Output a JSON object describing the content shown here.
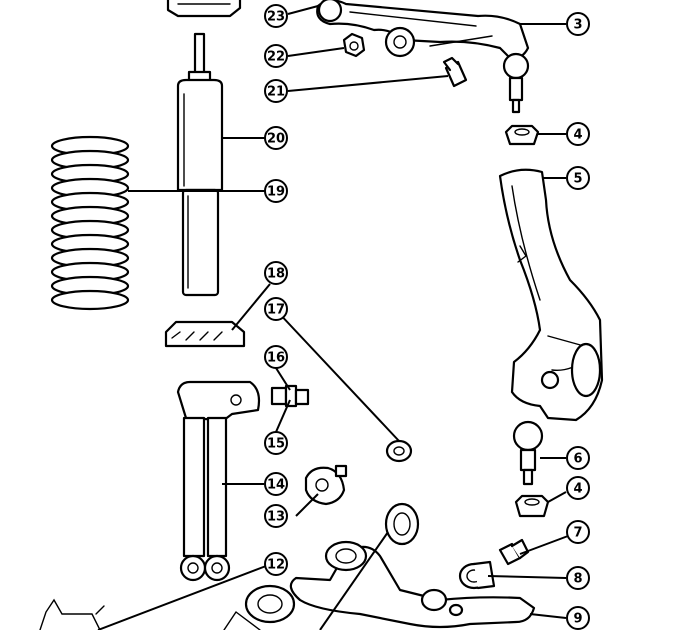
{
  "callouts": [
    {
      "id": "c3",
      "label": "3"
    },
    {
      "id": "c4a",
      "label": "4"
    },
    {
      "id": "c5",
      "label": "5"
    },
    {
      "id": "c6",
      "label": "6"
    },
    {
      "id": "c4b",
      "label": "4"
    },
    {
      "id": "c7",
      "label": "7"
    },
    {
      "id": "c8",
      "label": "8"
    },
    {
      "id": "c9",
      "label": "9"
    },
    {
      "id": "c12",
      "label": "12"
    },
    {
      "id": "c13",
      "label": "13"
    },
    {
      "id": "c14",
      "label": "14"
    },
    {
      "id": "c15",
      "label": "15"
    },
    {
      "id": "c16",
      "label": "16"
    },
    {
      "id": "c17",
      "label": "17"
    },
    {
      "id": "c18",
      "label": "18"
    },
    {
      "id": "c19",
      "label": "19"
    },
    {
      "id": "c20",
      "label": "20"
    },
    {
      "id": "c21",
      "label": "21"
    },
    {
      "id": "c22",
      "label": "22"
    },
    {
      "id": "c23",
      "label": "23"
    }
  ]
}
